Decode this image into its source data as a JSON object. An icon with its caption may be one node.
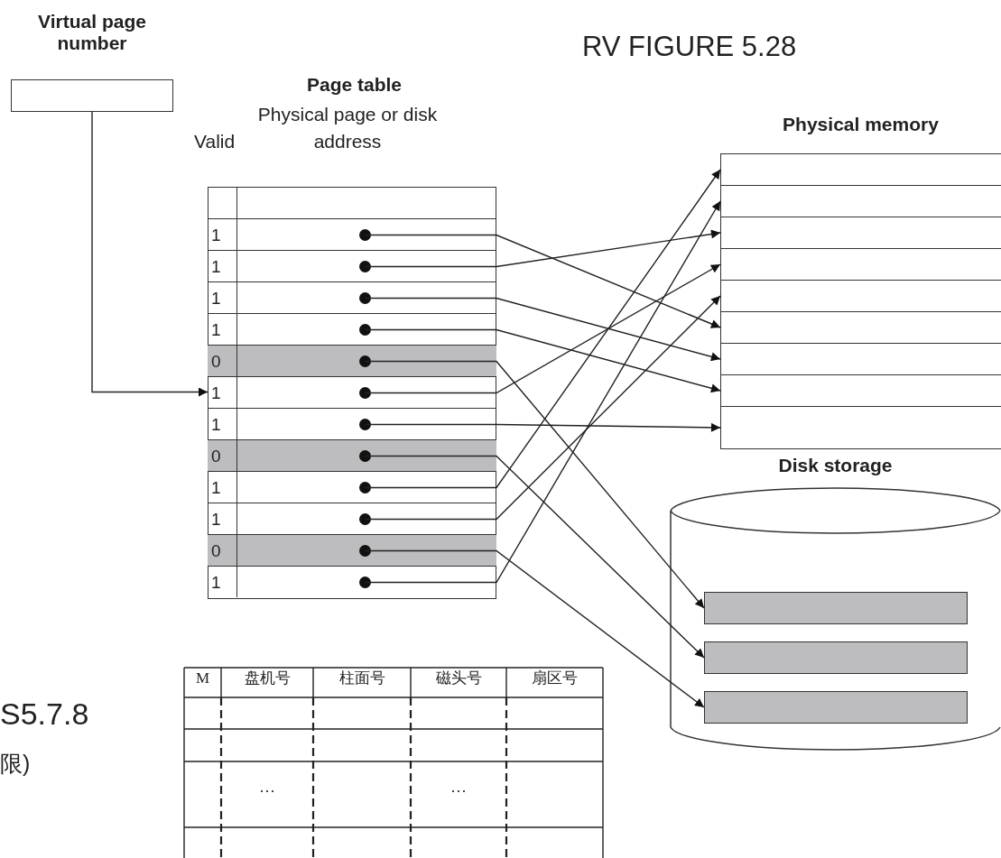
{
  "diagram": {
    "nodes": [
      {
        "text": [
          "Virtual page number"
        ]
      },
      {
        "text": [
          "Page table",
          "Valid",
          "Physical page or disk address"
        ]
      },
      {
        "text": [
          "1"
        ],
        "in": 1
      },
      {
        "text": [
          "1"
        ],
        "in": 1
      },
      {
        "text": [
          "1"
        ],
        "in": 1
      },
      {
        "text": [
          "1"
        ],
        "in": 1
      },
      {
        "text": [
          "0"
        ],
        "in": 1
      },
      {
        "text": [
          "1"
        ],
        "in": 1
      },
      {
        "text": [
          "1"
        ],
        "in": 1
      },
      {
        "text": [
          "0"
        ],
        "in": 1
      },
      {
        "text": [
          "1"
        ],
        "in": 1
      },
      {
        "text": [
          "1"
        ],
        "in": 1
      },
      {
        "text": [
          "0"
        ],
        "in": 1
      },
      {
        "text": [
          "1"
        ],
        "in": 1
      },
      {
        "text": [
          "Physical memory"
        ]
      },
      {
        "text": [],
        "shape": "box",
        "in": 14
      },
      {
        "text": [],
        "shape": "box",
        "in": 14
      },
      {
        "text": [],
        "shape": "box",
        "in": 14
      },
      {
        "text": [],
        "shape": "box",
        "in": 14
      },
      {
        "text": [],
        "shape": "box",
        "in": 14
      },
      {
        "text": [],
        "shape": "box",
        "in": 14
      },
      {
        "text": [],
        "shape": "box",
        "in": 14
      },
      {
        "text": [],
        "shape": "box",
        "in": 14
      },
      {
        "text": [],
        "shape": "box",
        "in": 14
      },
      {
        "text": [
          "Disk storage"
        ]
      },
      {
        "text": [],
        "shape": "bar",
        "in": 24
      },
      {
        "text": [],
        "shape": "bar",
        "in": 24
      },
      {
        "text": [],
        "shape": "bar",
        "in": 24
      }
    ],
    "edges": [
      {
        "from": 0,
        "to": 7,
        "arrow": "to"
      },
      {
        "from": 2,
        "to": 20,
        "arrow": "to"
      },
      {
        "from": 3,
        "to": 17,
        "arrow": "to"
      },
      {
        "from": 4,
        "to": 21,
        "arrow": "to"
      },
      {
        "from": 5,
        "to": 22,
        "arrow": "to"
      },
      {
        "from": 6,
        "to": 25,
        "arrow": "to"
      },
      {
        "from": 7,
        "to": 18,
        "arrow": "to"
      },
      {
        "from": 8,
        "to": 23,
        "arrow": "to"
      },
      {
        "from": 9,
        "to": 26,
        "arrow": "to"
      },
      {
        "from": 10,
        "to": 15,
        "arrow": "to"
      },
      {
        "from": 11,
        "to": 19,
        "arrow": "to"
      },
      {
        "from": 12,
        "to": 27,
        "arrow": "to"
      },
      {
        "from": 13,
        "to": 16,
        "arrow": "to"
      }
    ],
    "labels": [
      "RV FIGURE 5.28",
      "S5.7.8",
      "限)",
      "M",
      "盘机号",
      "柱面号",
      "磁头号",
      "扇区号",
      "···",
      "···"
    ]
  }
}
